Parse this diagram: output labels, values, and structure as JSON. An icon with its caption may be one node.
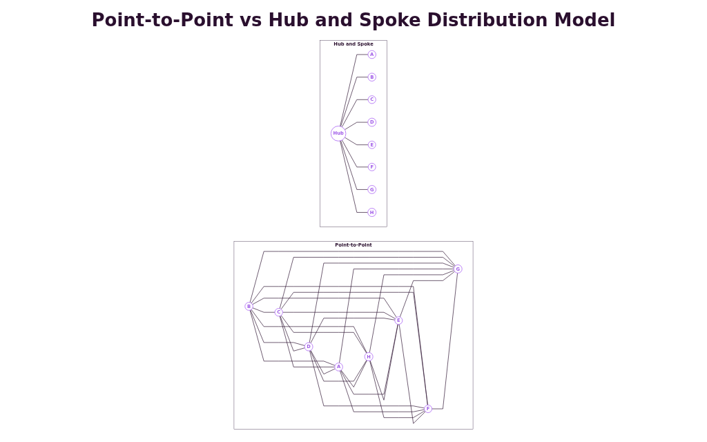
{
  "diagram": {
    "title": "Point-to-Point vs Hub and Spoke Distribution Model",
    "nodes": [
      {
        "text": [
          "Point-to-Point"
        ]
      },
      {
        "text": [
          "B"
        ],
        "in": 0
      },
      {
        "text": [
          "C"
        ],
        "in": 0
      },
      {
        "text": [
          "D"
        ],
        "in": 0
      },
      {
        "text": [
          "A"
        ],
        "in": 0
      },
      {
        "text": [
          "H"
        ],
        "in": 0
      },
      {
        "text": [
          "E"
        ],
        "in": 0
      },
      {
        "text": [
          "F"
        ],
        "in": 0
      },
      {
        "text": [
          "G"
        ],
        "in": 0
      },
      {
        "text": [
          "Hub and Spoke"
        ]
      },
      {
        "text": [
          "A"
        ],
        "in": 9
      },
      {
        "text": [
          "H"
        ],
        "in": 9
      },
      {
        "text": [
          "B"
        ],
        "in": 9
      },
      {
        "text": [
          "G"
        ],
        "in": 9
      },
      {
        "text": [
          "Hub"
        ],
        "in": 9
      },
      {
        "text": [
          "C"
        ],
        "in": 9
      },
      {
        "text": [
          "F"
        ],
        "in": 9
      },
      {
        "text": [
          "D"
        ],
        "in": 9
      },
      {
        "text": [
          "E"
        ],
        "in": 9
      }
    ],
    "edges": [
      {
        "from": 1,
        "to": 2,
        "arrow": "none"
      },
      {
        "from": 1,
        "to": 3,
        "arrow": "none"
      },
      {
        "from": 1,
        "to": 4,
        "arrow": "none"
      },
      {
        "from": 1,
        "to": 5,
        "arrow": "none"
      },
      {
        "from": 1,
        "to": 6,
        "arrow": "none"
      },
      {
        "from": 1,
        "to": 7,
        "arrow": "none"
      },
      {
        "from": 1,
        "to": 8,
        "arrow": "none"
      },
      {
        "from": 2,
        "to": 3,
        "arrow": "none"
      },
      {
        "from": 2,
        "to": 4,
        "arrow": "none"
      },
      {
        "from": 2,
        "to": 5,
        "arrow": "none"
      },
      {
        "from": 2,
        "to": 6,
        "arrow": "none"
      },
      {
        "from": 2,
        "to": 7,
        "arrow": "none"
      },
      {
        "from": 2,
        "to": 8,
        "arrow": "none"
      },
      {
        "from": 3,
        "to": 4,
        "arrow": "none"
      },
      {
        "from": 3,
        "to": 5,
        "arrow": "none"
      },
      {
        "from": 3,
        "to": 6,
        "arrow": "none"
      },
      {
        "from": 3,
        "to": 7,
        "arrow": "none"
      },
      {
        "from": 3,
        "to": 8,
        "arrow": "none"
      },
      {
        "from": 4,
        "to": 5,
        "arrow": "none"
      },
      {
        "from": 4,
        "to": 6,
        "arrow": "none"
      },
      {
        "from": 4,
        "to": 7,
        "arrow": "none"
      },
      {
        "from": 4,
        "to": 8,
        "arrow": "none"
      },
      {
        "from": 5,
        "to": 6,
        "arrow": "none"
      },
      {
        "from": 5,
        "to": 7,
        "arrow": "none"
      },
      {
        "from": 5,
        "to": 8,
        "arrow": "none"
      },
      {
        "from": 6,
        "to": 7,
        "arrow": "none"
      },
      {
        "from": 6,
        "to": 8,
        "arrow": "none"
      },
      {
        "from": 7,
        "to": 8,
        "arrow": "none"
      },
      {
        "from": 14,
        "to": 10,
        "arrow": "none"
      },
      {
        "from": 14,
        "to": 12,
        "arrow": "none"
      },
      {
        "from": 14,
        "to": 15,
        "arrow": "none"
      },
      {
        "from": 14,
        "to": 17,
        "arrow": "none"
      },
      {
        "from": 14,
        "to": 18,
        "arrow": "none"
      },
      {
        "from": 14,
        "to": 16,
        "arrow": "none"
      },
      {
        "from": 14,
        "to": 13,
        "arrow": "none"
      },
      {
        "from": 14,
        "to": 11,
        "arrow": "none"
      }
    ]
  }
}
